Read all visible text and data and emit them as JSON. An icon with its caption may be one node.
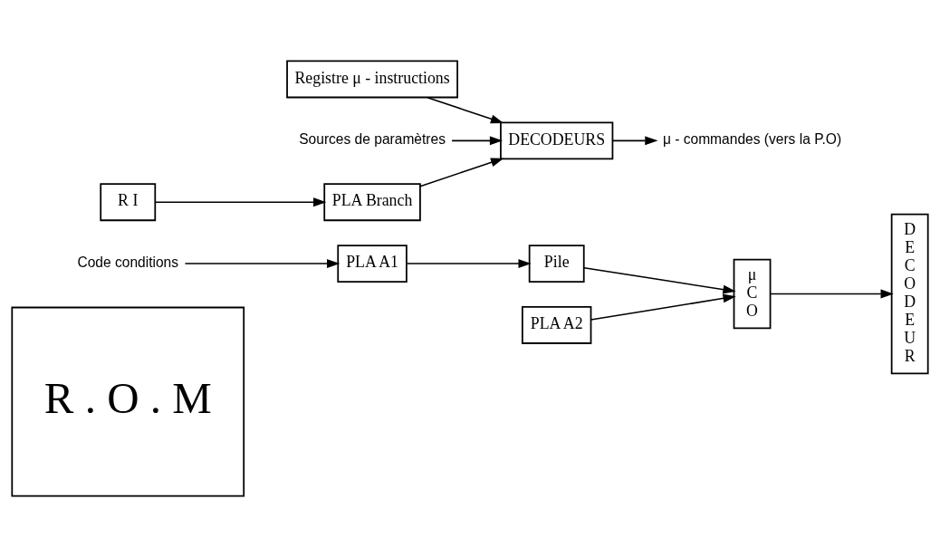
{
  "diagram": {
    "nodes": [
      {
        "text": [
          "R . O . M"
        ]
      },
      {
        "text": [
          "DECODEUR"
        ]
      },
      {
        "text": [
          "Pile"
        ]
      },
      {
        "text": [
          "μCO"
        ]
      },
      {
        "text": [
          "PLA A1"
        ]
      },
      {
        "text": [
          "PLA A2"
        ]
      },
      {
        "text": [
          "PLA Branch"
        ]
      },
      {
        "text": [
          "Code conditions"
        ]
      },
      {
        "text": [
          "R I"
        ]
      },
      {
        "text": [
          "Registre μ - instructions"
        ]
      },
      {
        "text": [
          "DECODEURS"
        ]
      },
      {
        "text": [
          "Sources de paramètres"
        ]
      },
      {
        "text": [
          "μ - commandes (vers la P.O)"
        ]
      }
    ],
    "edges": [
      {
        "from": 4,
        "to": 2,
        "arrow": "to"
      },
      {
        "from": 7,
        "to": 4,
        "arrow": "to"
      },
      {
        "from": 3,
        "to": 1,
        "arrow": "to"
      },
      {
        "from": 2,
        "to": 3,
        "arrow": "to"
      },
      {
        "from": 5,
        "to": 3,
        "arrow": "to"
      },
      {
        "from": 8,
        "to": 6,
        "arrow": "to"
      },
      {
        "from": 6,
        "to": 10,
        "arrow": "to"
      },
      {
        "from": 9,
        "to": 10,
        "arrow": "to"
      },
      {
        "from": 11,
        "to": 10,
        "arrow": "to"
      },
      {
        "from": 10,
        "to": 12,
        "arrow": "to"
      }
    ]
  }
}
